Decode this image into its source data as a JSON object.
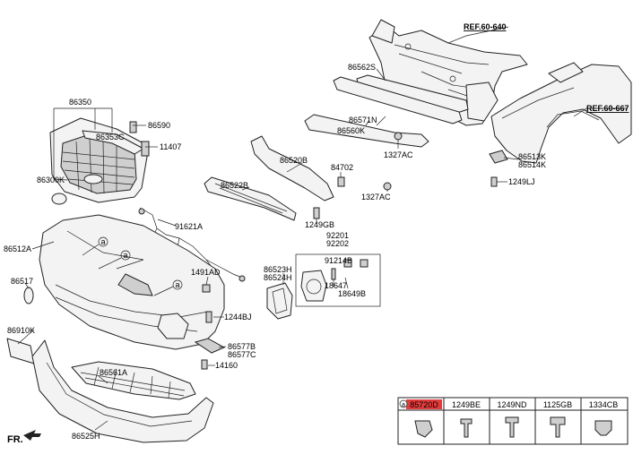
{
  "refs": {
    "top_ref": "REF.60-640",
    "right_ref": "REF.60-667"
  },
  "labels": {
    "p86350": "86350",
    "p86353C": "86353C",
    "p86590": "86590",
    "p11407": "11407",
    "p86300K": "86300K",
    "p86562S": "86562S",
    "p86571N": "86571N",
    "p86560K": "86560K",
    "p1327AC_a": "1327AC",
    "p1327AC_b": "1327AC",
    "p86520B": "86520B",
    "p84702": "84702",
    "p86522B": "86522B",
    "p1249GB": "1249GB",
    "p91621A": "91621A",
    "p86512A": "86512A",
    "p86517": "86517",
    "p1491AD": "1491AD",
    "p86523H": "86523H",
    "p86524H": "86524H",
    "p92201": "92201",
    "p92202": "92202",
    "p91214B": "91214B",
    "p18647": "18647",
    "p18649B": "18649B",
    "p86910K": "86910K",
    "p1244BJ": "1244BJ",
    "p86577B": "86577B",
    "p86577C": "86577C",
    "p14160": "14160",
    "p86561A": "86561A",
    "p86525H": "86525H",
    "p86513K": "86513K",
    "p86514K": "86514K",
    "p1249LJ": "1249LJ"
  },
  "callout_letter": "a",
  "fr_label": "FR.",
  "fastener_table": {
    "headers": [
      "85720D",
      "1249BE",
      "1249ND",
      "1125GB",
      "1334CB"
    ],
    "marker": "a",
    "highlight_color": "#e23b3b"
  }
}
